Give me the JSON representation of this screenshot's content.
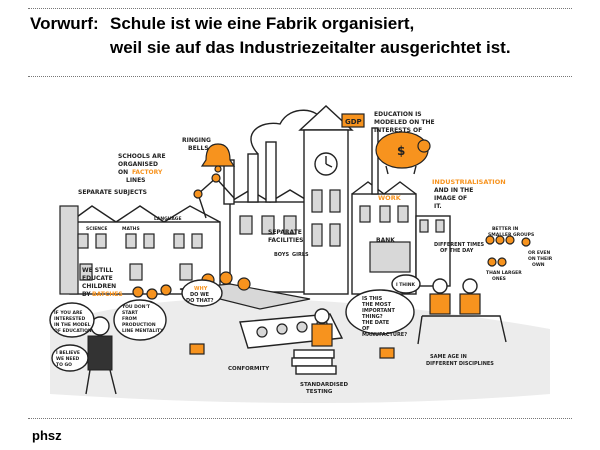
{
  "header": {
    "prefix": "Vorwurf:",
    "line1": "Schule ist wie eine Fabrik organisiert,",
    "line2": "weil sie auf das Industriezeitalter ausgerichtet ist."
  },
  "illustration": {
    "labels": {
      "education_l1": "EDUCATION IS",
      "education_l2": "MODELED ON THE",
      "education_l3": "INTERESTS OF",
      "industrialisation": "INDUSTRIALISATION",
      "and_in_the": "AND IN THE",
      "image_of": "IMAGE OF",
      "it": "IT.",
      "gdp": "GDP",
      "dollar": "$",
      "work": "WORK",
      "ringing": "RINGING",
      "bells": "BELLS",
      "schools_l1": "SCHOOLS ARE",
      "schools_l2": "ORGANISED",
      "schools_on": "ON",
      "schools_factory": "FACTORY",
      "schools_l4": "LINES",
      "separate_subjects": "SEPARATE SUBJECTS",
      "science": "SCIENCE",
      "maths": "MATHS",
      "language": "LANGUAGE",
      "separate_l1": "SEPARATE",
      "separate_l2": "FACILITIES",
      "boys": "BOYS",
      "girls": "GIRLS",
      "bank": "BANK",
      "we_still_l1": "WE STILL",
      "we_still_l2": "EDUCATE",
      "we_still_l3": "CHILDREN",
      "we_still_by": "BY",
      "we_still_batches": "BATCHES",
      "why_l1": "WHY",
      "why_l2": "DO WE",
      "why_l3": "DO THAT?",
      "interested_l1": "IF YOU ARE",
      "interested_l2": "INTERESTED",
      "interested_l3": "IN THE MODEL",
      "interested_l4": "OF EDUCATION",
      "dont_start_l1": "YOU DON'T",
      "dont_start_l2": "START",
      "dont_start_l3": "FROM",
      "dont_start_l4": "PRODUCTION",
      "dont_start_l5": "LINE MENTALITY",
      "believe_l1": "I BELIEVE",
      "believe_l2": "WE NEED",
      "believe_l3": "TO GO",
      "is_this_l1": "IS THIS",
      "is_this_l2": "THE MOST",
      "is_this_l3": "IMPORTANT",
      "is_this_l4": "THING?",
      "is_this_l5": "THE DATE",
      "is_this_l6": "OF",
      "is_this_l7": "MANUFACTURE?",
      "conformity": "CONFORMITY",
      "standardised_l1": "STANDARDISED",
      "standardised_l2": "TESTING",
      "diff_times_l1": "DIFFERENT TIMES",
      "diff_times_l2": "OF THE DAY",
      "groups_l1": "BETTER IN",
      "groups_l2": "SMALLER GROUPS",
      "even_l1": "OR EVEN",
      "even_l2": "ON THEIR",
      "even_l3": "OWN",
      "larger_l1": "THAN LARGER",
      "larger_l2": "ONES",
      "i_think": "I THINK",
      "same_age_l1": "SAME AGE IN",
      "same_age_l2": "DIFFERENT DISCIPLINES"
    }
  },
  "footer": {
    "logo": "phsz"
  }
}
